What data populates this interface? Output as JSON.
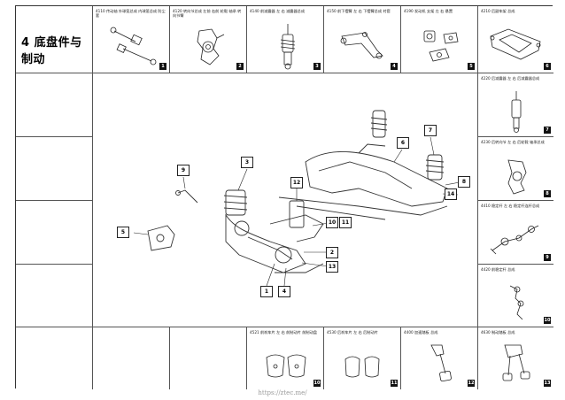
{
  "page": {
    "title": "4 底盘件与制动",
    "footer_url": "https://ztec.me/"
  },
  "top_row": [
    {
      "caption": "4110 传动轴 外球笼总成 内球笼总成 防尘套",
      "num": "1"
    },
    {
      "caption": "4120 转向节总成 左前 右前 轮毂 轴承 转向节臂",
      "num": "2"
    },
    {
      "caption": "4140 前减震器 左 右 减震器总成",
      "num": "3"
    },
    {
      "caption": "4150 前下摆臂 左 右 下摆臂总成 衬套",
      "num": "4"
    },
    {
      "caption": "4190 发动机 支架 左 右 悬置",
      "num": "5"
    },
    {
      "caption": "4210 后副车架 总成",
      "num": "6"
    }
  ],
  "right_col": [
    {
      "caption": "4220 后减震器 左 右 后减震器总成",
      "num": "7"
    },
    {
      "caption": "4230 后转向节 左 右 后轮毂 轴承总成",
      "num": "8"
    },
    {
      "caption": "4410 稳定杆 左 右 稳定杆连杆总成",
      "num": "9"
    },
    {
      "caption": "4420 前稳定杆 总成",
      "num": "10"
    }
  ],
  "bottom_row": [
    {
      "caption": "4521 前刹车片 左 右 前制动片 前制动盘",
      "num": "10"
    },
    {
      "caption": "4530 后刹车片 左 右 后制动片",
      "num": "11"
    },
    {
      "caption": "4400 加速踏板 总成",
      "num": "12"
    },
    {
      "caption": "4630 制动踏板 总成",
      "num": "13"
    }
  ],
  "callouts": [
    "1",
    "2",
    "3",
    "4",
    "5",
    "6",
    "7",
    "8",
    "9",
    "10",
    "11",
    "12",
    "13",
    "14"
  ]
}
